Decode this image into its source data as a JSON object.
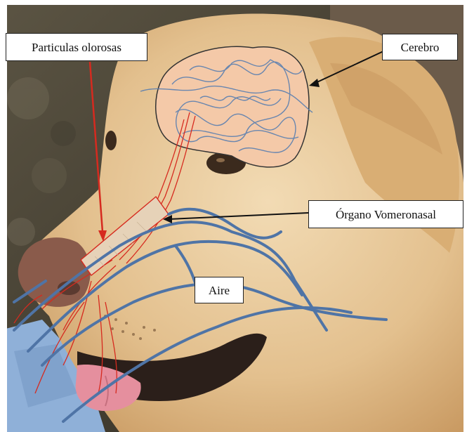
{
  "labels": {
    "particulas": "Particulas  olorosas",
    "cerebro": "Cerebro",
    "organo": "Órgano Vomeronasal",
    "aire": "Aire"
  },
  "colors": {
    "background_rock": "#4a4436",
    "dog_fur": "#e6c79a",
    "dog_fur_shadow": "#c9a06a",
    "nose": "#8a5b4b",
    "brain_fill": "#f4c9a8",
    "brain_scribble": "#5a7fb0",
    "olfactory_red": "#d62a1f",
    "air_blue": "#4f74a6",
    "vomeronasal_fill": "#e6d2b8",
    "tongue": "#e58f9e",
    "jeans": "#8fb0d8"
  }
}
